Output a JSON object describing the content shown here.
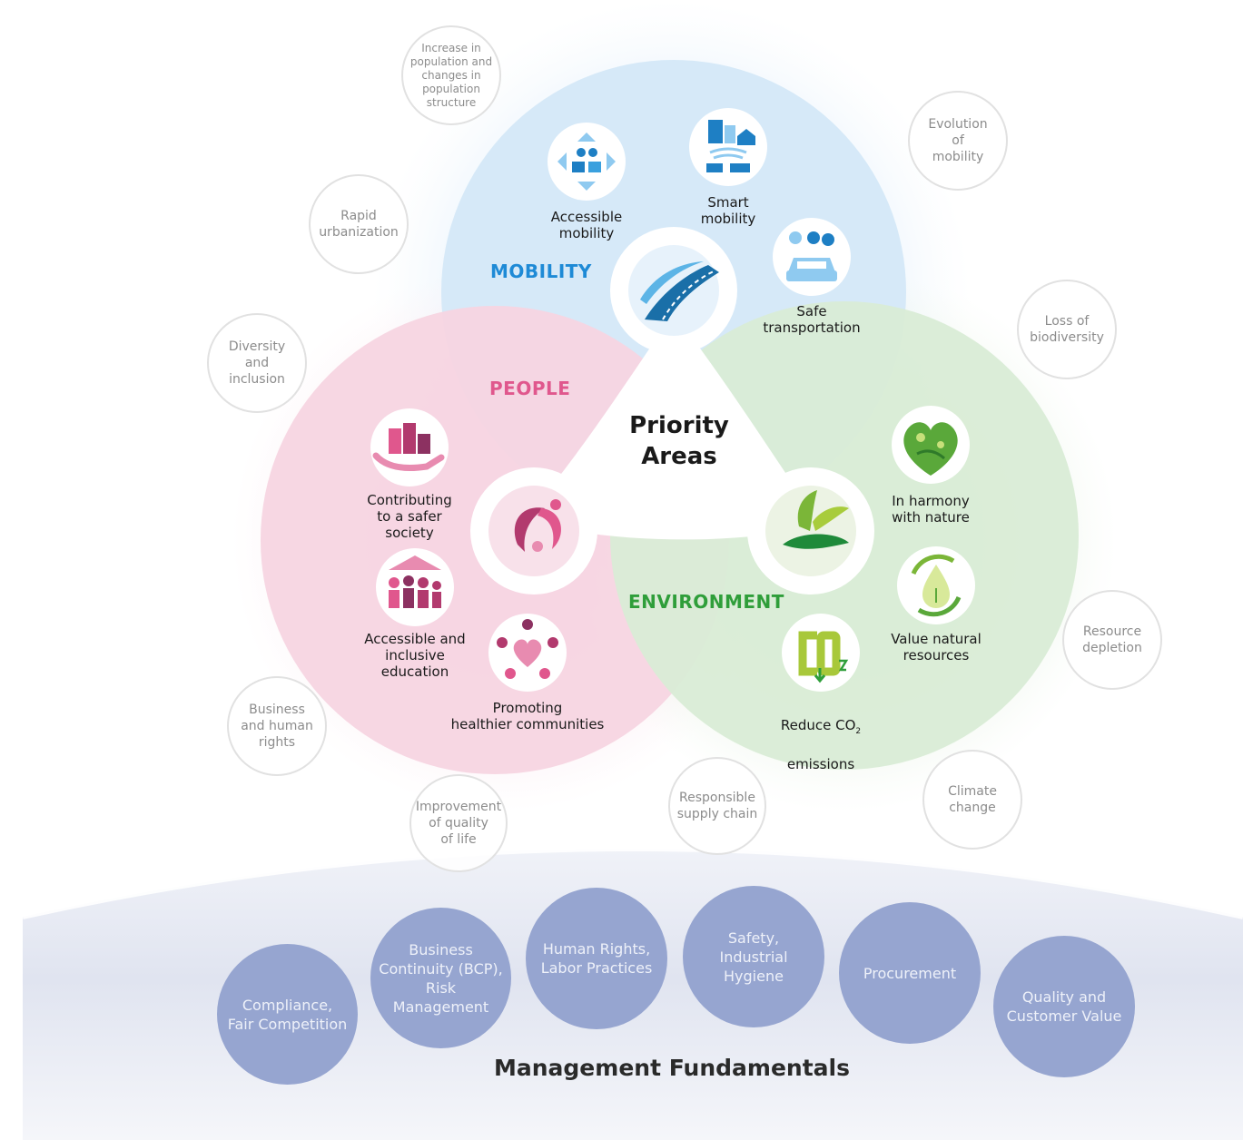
{
  "priority": {
    "title": "Priority\nAreas"
  },
  "areas": [
    {
      "name": "MOBILITY",
      "color": "#1e8ad6"
    },
    {
      "name": "PEOPLE",
      "color": "#e0578d"
    },
    {
      "name": "ENVIRONMENT",
      "color": "#2f9e3a"
    }
  ],
  "mobility_items": [
    {
      "label": "Accessible\nmobility",
      "icon": "accessible-mobility-icon"
    },
    {
      "label": "Smart\nmobility",
      "icon": "smart-mobility-icon"
    },
    {
      "label": "Safe\ntransportation",
      "icon": "safe-transportation-icon"
    }
  ],
  "people_items": [
    {
      "label": "Contributing\nto a safer\nsociety",
      "icon": "safer-society-icon"
    },
    {
      "label": "Accessible and\ninclusive\neducation",
      "icon": "education-icon"
    },
    {
      "label": "Promoting\nhealthier communities",
      "icon": "healthier-communities-icon"
    }
  ],
  "environment_items": [
    {
      "label": "In harmony\nwith nature",
      "icon": "nature-heart-icon"
    },
    {
      "label": "Value natural\nresources",
      "icon": "natural-resources-icon"
    },
    {
      "label_main": "Reduce CO",
      "label_sub": "2",
      "label_end": "emissions",
      "icon": "co2-icon"
    }
  ],
  "issues": [
    "Increase in\npopulation and\nchanges in\npopulation\nstructure",
    "Evolution\nof\nmobility",
    "Rapid\nurbanization",
    "Loss of\nbiodiversity",
    "Diversity\nand\ninclusion",
    "Resource\ndepletion",
    "Business\nand human\nrights",
    "Climate\nchange",
    "Improvement\nof quality\nof life",
    "Responsible\nsupply chain"
  ],
  "fundamentals": {
    "title": "Management Fundamentals",
    "items": [
      "Compliance,\nFair Competition",
      "Business\nContinuity (BCP),\nRisk\nManagement",
      "Human Rights,\nLabor Practices",
      "Safety,\nIndustrial\nHygiene",
      "Procurement",
      "Quality and\nCustomer Value"
    ]
  },
  "colors": {
    "mobility_fill": "#d6e9f8",
    "people_fill": "#f7d5e2",
    "environment_fill": "#d9ecd6",
    "fundamental_fill": "#96a5d0",
    "issue_text": "#8c8c8c"
  }
}
